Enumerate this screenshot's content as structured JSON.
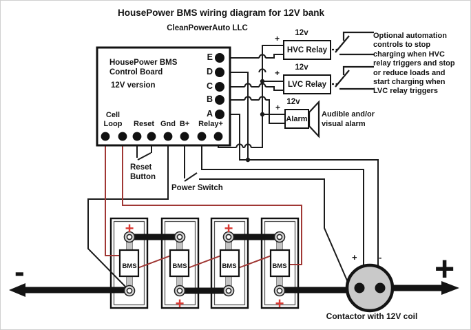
{
  "title": "HousePower BMS wiring diagram for 12V bank",
  "company": "CleanPowerAuto LLC",
  "board": {
    "line1": "HousePower BMS",
    "line2": "Control Board",
    "line3": "12V version",
    "right_terminals": [
      "E",
      "D",
      "C",
      "B",
      "A"
    ],
    "bottom_terminals": {
      "cell": "Cell",
      "loop": "Loop",
      "reset": "Reset",
      "gnd": "Gnd",
      "bplus": "B+",
      "relay_plus": "Relay+"
    }
  },
  "reset_button": {
    "line1": "Reset",
    "line2": "Button"
  },
  "power_switch": "Power Switch",
  "devices": {
    "hvc": {
      "voltage": "12v",
      "label": "HVC Relay",
      "polarity": "+"
    },
    "lvc": {
      "voltage": "12v",
      "label": "LVC Relay",
      "polarity": "+"
    },
    "alarm": {
      "voltage": "12v",
      "label": "Alarm",
      "polarity": "+"
    }
  },
  "notes": {
    "automation": [
      "Optional automation",
      "controls to stop",
      "charging when HVC",
      "relay triggers and stop",
      "or reduce loads and",
      "start charging when",
      "LVC relay triggers"
    ],
    "alarm_line1": "Audible and/or",
    "alarm_line2": "visual alarm"
  },
  "cells": [
    {
      "label": "BMS",
      "plus": "+"
    },
    {
      "label": "BMS",
      "plus": "+"
    },
    {
      "label": "BMS",
      "plus": "+"
    },
    {
      "label": "BMS",
      "plus": "+"
    }
  ],
  "contactor": {
    "label": "Contactor with 12V coil",
    "coil_plus": "+",
    "coil_minus": "-"
  },
  "bank": {
    "minus": "-",
    "plus": "+"
  },
  "colors": {
    "wire_black": "#1a1a1a",
    "wire_red": "#a03734",
    "mark_red": "#d93832",
    "contactor_gray": "#c9c9c9"
  }
}
